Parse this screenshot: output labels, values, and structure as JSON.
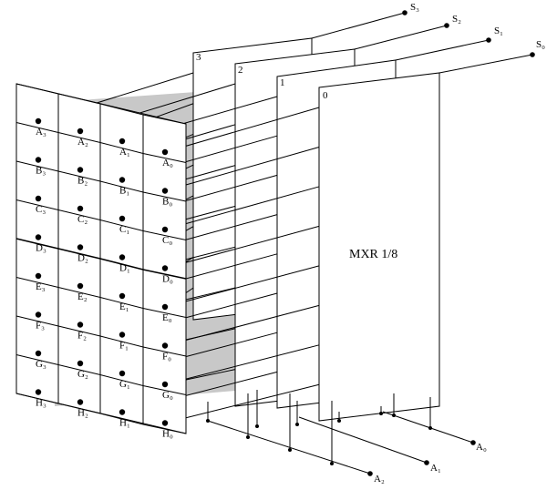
{
  "panels": [
    {
      "label": "0",
      "title": "MXR 1/8"
    },
    {
      "label": "1"
    },
    {
      "label": "2"
    },
    {
      "label": "3"
    }
  ],
  "selects": [
    "S₀",
    "S₁",
    "S₂",
    "S₃"
  ],
  "address": [
    "A₀",
    "A₁",
    "A₂"
  ],
  "inputs": [
    [
      "A₀",
      "B₀",
      "C₀",
      "D₀",
      "E₀",
      "F₀",
      "G₀",
      "H₀"
    ],
    [
      "A₁",
      "B₁",
      "C₁",
      "D₁",
      "E₁",
      "F₁",
      "G₁",
      "H₁"
    ],
    [
      "A₂",
      "B₂",
      "C₂",
      "D₂",
      "E₂",
      "F₂",
      "G₂",
      "H₂"
    ],
    [
      "A₃",
      "B₃",
      "C₃",
      "D₃",
      "E₃",
      "F₃",
      "G₃",
      "H₃"
    ]
  ],
  "colors": {
    "shade": "#c8c8c8",
    "line": "#000000",
    "panel": "#ffffff"
  }
}
